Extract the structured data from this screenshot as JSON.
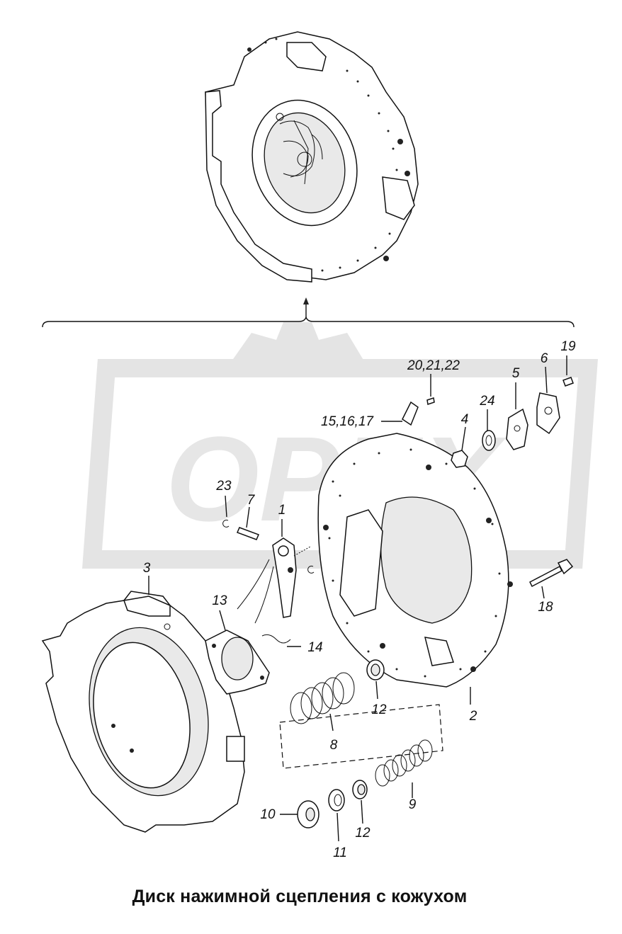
{
  "title": "Диск нажимной сцепления с кожухом",
  "watermark": "OPEX",
  "callouts": [
    {
      "id": "c1",
      "text": "1"
    },
    {
      "id": "c2",
      "text": "2"
    },
    {
      "id": "c3",
      "text": "3"
    },
    {
      "id": "c4",
      "text": "4"
    },
    {
      "id": "c5",
      "text": "5"
    },
    {
      "id": "c6",
      "text": "6"
    },
    {
      "id": "c7",
      "text": "7"
    },
    {
      "id": "c8",
      "text": "8"
    },
    {
      "id": "c9",
      "text": "9"
    },
    {
      "id": "c10",
      "text": "10"
    },
    {
      "id": "c11",
      "text": "11"
    },
    {
      "id": "c12a",
      "text": "12"
    },
    {
      "id": "c12b",
      "text": "12"
    },
    {
      "id": "c13",
      "text": "13"
    },
    {
      "id": "c14",
      "text": "14"
    },
    {
      "id": "c151617",
      "text": "15,16,17"
    },
    {
      "id": "c18",
      "text": "18"
    },
    {
      "id": "c19",
      "text": "19"
    },
    {
      "id": "c202122",
      "text": "20,21,22"
    },
    {
      "id": "c23",
      "text": "23"
    },
    {
      "id": "c24",
      "text": "24"
    }
  ],
  "colors": {
    "line": "#111111",
    "watermark": "#e6e6e6",
    "background": "#ffffff"
  }
}
